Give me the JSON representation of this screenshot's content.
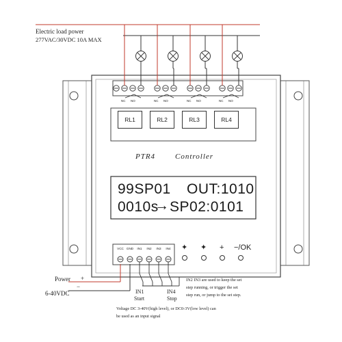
{
  "load_power": {
    "line1": "Electric load power",
    "line2": "277VAC/30VDC 10A  MAX"
  },
  "relays": [
    {
      "label": "RL1",
      "nc": "NC",
      "no": "NO"
    },
    {
      "label": "RL2",
      "nc": "NC",
      "no": "NO"
    },
    {
      "label": "RL3",
      "nc": "NC",
      "no": "NO"
    },
    {
      "label": "RL4",
      "nc": "NC",
      "no": "NO"
    }
  ],
  "controller_title": {
    "model": "PTR4",
    "name": "Controller"
  },
  "lcd": {
    "line1_left": "99SP01",
    "line1_right": "OUT:1010",
    "line2_left": "0010s",
    "line2_right": "SP02:0101"
  },
  "input_terminals": [
    "VCC",
    "GND",
    "IN1",
    "IN2",
    "IN3",
    "IN4"
  ],
  "buttons": [
    "+",
    "−/OK"
  ],
  "power": {
    "label": "Power",
    "plus": "+",
    "minus": "−",
    "range": "6-40VDC"
  },
  "in_labels": {
    "in1": "IN1",
    "start": "Start",
    "in4": "IN4",
    "stop": "Stop"
  },
  "note": {
    "line1": "IN2 IN3 are used to keep the set",
    "line2": "step running, or trigger the set",
    "line3": "step run, or jump to the set step."
  },
  "voltage_note": {
    "line1": "Voltage DC 3-40V(high level), or DC0-3V(low level) can",
    "line2": "be used as an input signal"
  },
  "colors": {
    "wire_red": "#c0392b",
    "line_dark": "#333333",
    "board_border": "#444444"
  }
}
